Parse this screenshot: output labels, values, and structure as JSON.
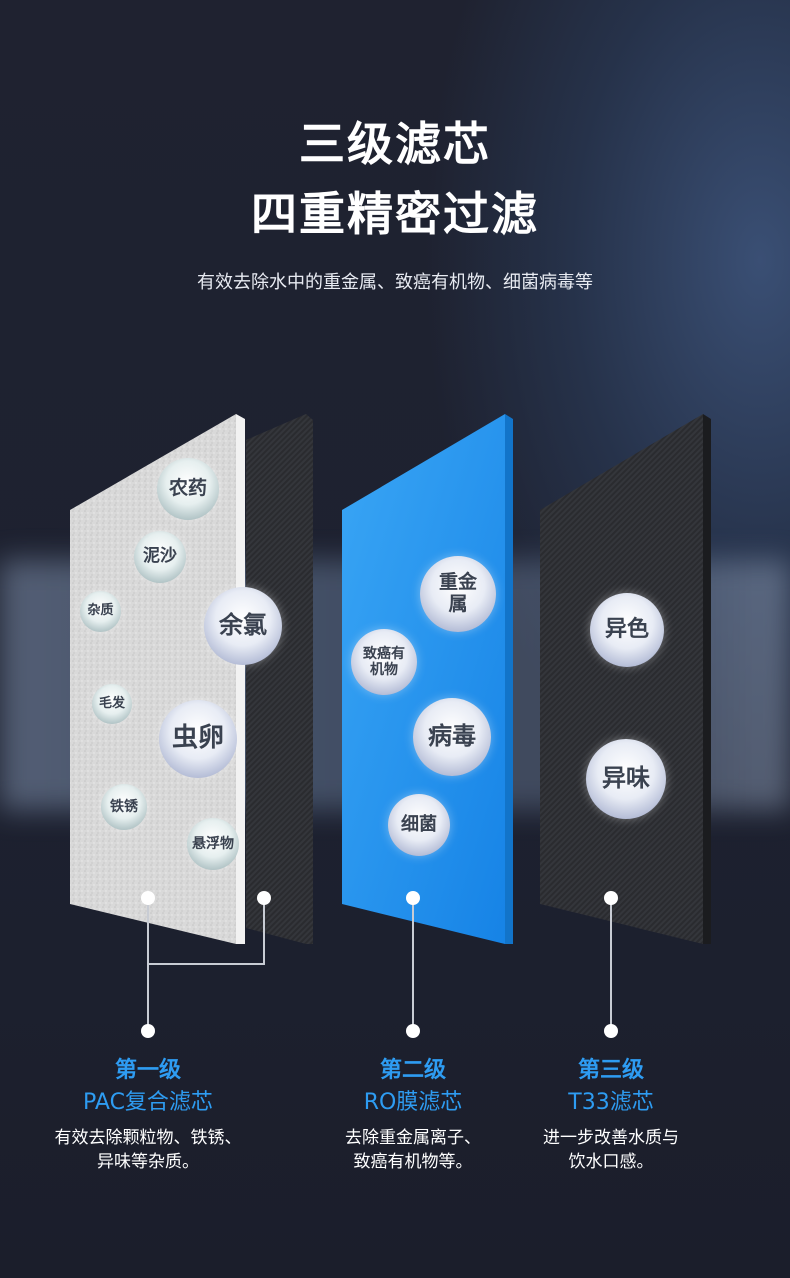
{
  "heading": {
    "line1": "三级滤芯",
    "line2": "四重精密过滤",
    "subtitle": "有效去除水中的重金属、致癌有机物、细菌病毒等"
  },
  "panel1_bubbles": [
    "农药",
    "泥沙",
    "杂质",
    "余氯",
    "毛发",
    "虫卵",
    "铁锈",
    "悬浮物"
  ],
  "panel2_bubbles": [
    "重金属",
    "致癌有机物",
    "病毒",
    "细菌"
  ],
  "panel3_bubbles": [
    "异色",
    "异味"
  ],
  "stages": [
    {
      "level": "第一级",
      "name": "PAC复合滤芯",
      "desc1": "有效去除颗粒物、铁锈、",
      "desc2": "异味等杂质。"
    },
    {
      "level": "第二级",
      "name": "RO膜滤芯",
      "desc1": "去除重金属离子、",
      "desc2": "致癌有机物等。"
    },
    {
      "level": "第三级",
      "name": "T33滤芯",
      "desc1": "进一步改善水质与",
      "desc2": "饮水口感。"
    }
  ],
  "colors": {
    "accent": "#2e9cf2",
    "ro_blue": "#1e90ef",
    "carbon": "#2a2c30",
    "pac": "#dcdcdc"
  }
}
